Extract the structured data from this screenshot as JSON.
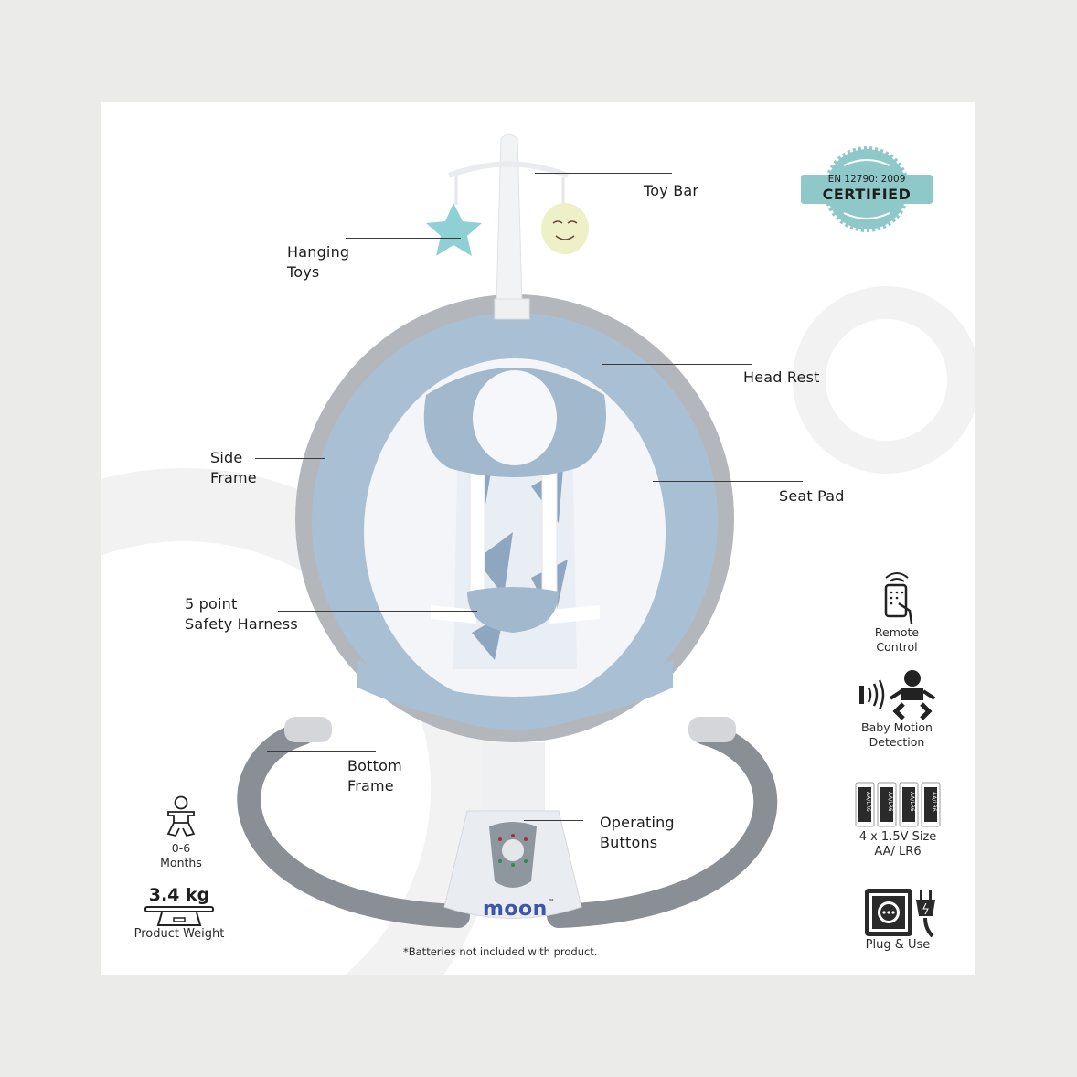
{
  "certification": {
    "standard": "EN 12790: 2009",
    "label": "CERTIFIED",
    "badge_color": "#8fc8c9"
  },
  "callouts": [
    {
      "id": "toy-bar",
      "label": "Toy Bar"
    },
    {
      "id": "hanging-toys",
      "label_line1": "Hanging",
      "label_line2": "Toys"
    },
    {
      "id": "head-rest",
      "label": "Head Rest"
    },
    {
      "id": "side-frame",
      "label_line1": "Side",
      "label_line2": "Frame"
    },
    {
      "id": "seat-pad",
      "label": "Seat Pad"
    },
    {
      "id": "safety-harness",
      "label_line1": "5 point",
      "label_line2": "Safety Harness"
    },
    {
      "id": "bottom-frame",
      "label_line1": "Bottom",
      "label_line2": "Frame"
    },
    {
      "id": "operating-buttons",
      "label_line1": "Operating",
      "label_line2": "Buttons"
    }
  ],
  "features": {
    "remote": {
      "icon": "remote-control-icon",
      "line1": "Remote",
      "line2": "Control"
    },
    "motion": {
      "icon": "baby-motion-icon",
      "line1": "Baby Motion",
      "line2": "Detection"
    },
    "batteries": {
      "icon": "battery-icon",
      "cell_label": "AA/LR6",
      "line1": "4 x 1.5V Size",
      "line2": "AA/ LR6"
    },
    "plug": {
      "icon": "plug-socket-icon",
      "label": "Plug & Use"
    }
  },
  "specs": {
    "age": {
      "icon": "baby-icon",
      "line1": "0-6",
      "line2": "Months"
    },
    "weight": {
      "icon": "scale-icon",
      "value": "3.4 kg",
      "label": "Product Weight"
    }
  },
  "footnote": "*Batteries not included with product.",
  "brand": {
    "name": "moon",
    "tm": "™",
    "color": "#3e56a8",
    "accent": "#f08a2c"
  },
  "colors": {
    "outer_bg": "#ebebea",
    "panel_bg": "#ffffff",
    "frame_grey": "#a9adb2",
    "fabric_blue": "#a9bfd3",
    "bottom_frame": "#8a8f95"
  }
}
